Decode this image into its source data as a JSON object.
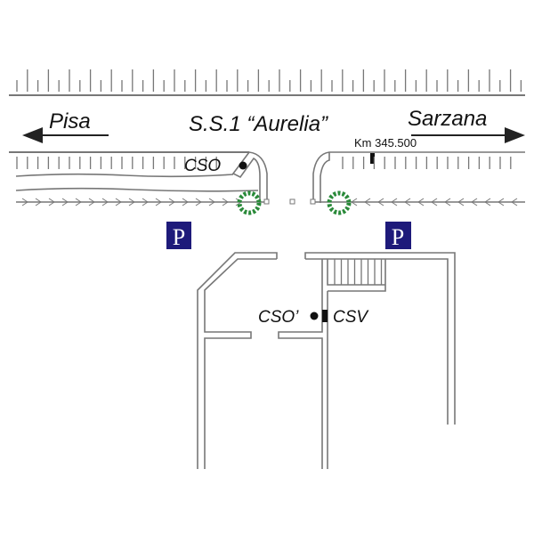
{
  "road": {
    "name": "S.S.1 “Aurelia”",
    "left_direction": "Pisa",
    "right_direction": "Sarzana",
    "km_marker": "Km 345.500"
  },
  "labels": {
    "cso": "CSO",
    "cso_prime": "CSO’",
    "csv": "CSV"
  },
  "parking": {
    "symbol": "P",
    "color": "#1e1a7a"
  },
  "colors": {
    "tree": "#2a8a3a",
    "line": "#777777"
  }
}
